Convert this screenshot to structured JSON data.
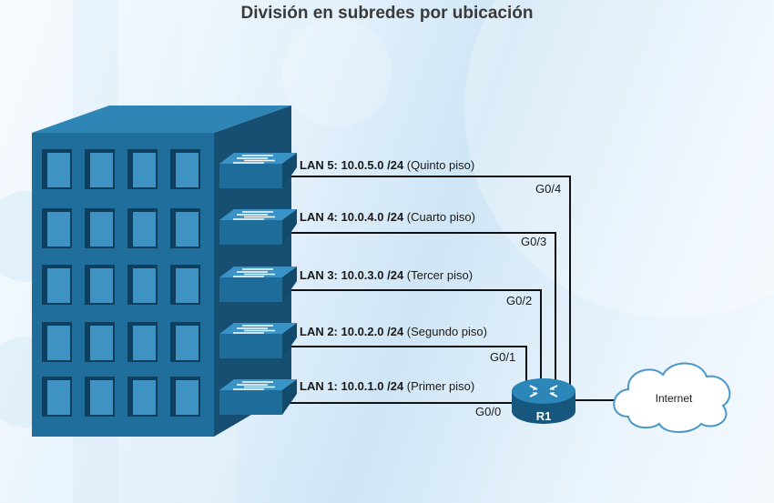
{
  "title": "División en subredes por ubicación",
  "lans": [
    {
      "bold": "LAN 5: 10.0.5.0 /24",
      "floor": "(Quinto piso)",
      "port": "G0/4"
    },
    {
      "bold": "LAN 4: 10.0.4.0 /24",
      "floor": "(Cuarto piso)",
      "port": "G0/3"
    },
    {
      "bold": "LAN 3: 10.0.3.0 /24",
      "floor": "(Tercer piso)",
      "port": "G0/2"
    },
    {
      "bold": "LAN 2: 10.0.2.0 /24",
      "floor": "(Segundo piso)",
      "port": "G0/1"
    },
    {
      "bold": "LAN 1: 10.0.1.0 /24",
      "floor": "(Primer piso)",
      "port": "G0/0"
    }
  ],
  "router": {
    "label": "R1"
  },
  "cloud": {
    "label": "Internet"
  },
  "colors": {
    "building_front": "#1f6e9b",
    "building_side": "#174f72",
    "building_top": "#2f86b6",
    "device": "#1d6c99",
    "line": "#111111"
  },
  "icons": [
    "building-icon",
    "switch-icon",
    "router-icon",
    "cloud-icon"
  ]
}
